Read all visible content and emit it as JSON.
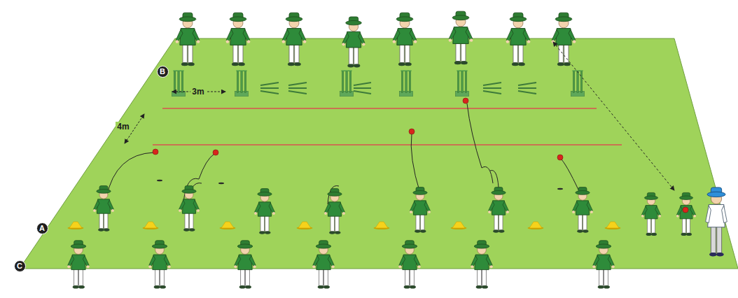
{
  "diagram": {
    "nodes": [
      {
        "text": [
          "B"
        ]
      },
      {
        "text": [
          "A"
        ]
      },
      {
        "text": [
          "C"
        ]
      }
    ],
    "labels": [
      "3m",
      "4m"
    ]
  }
}
